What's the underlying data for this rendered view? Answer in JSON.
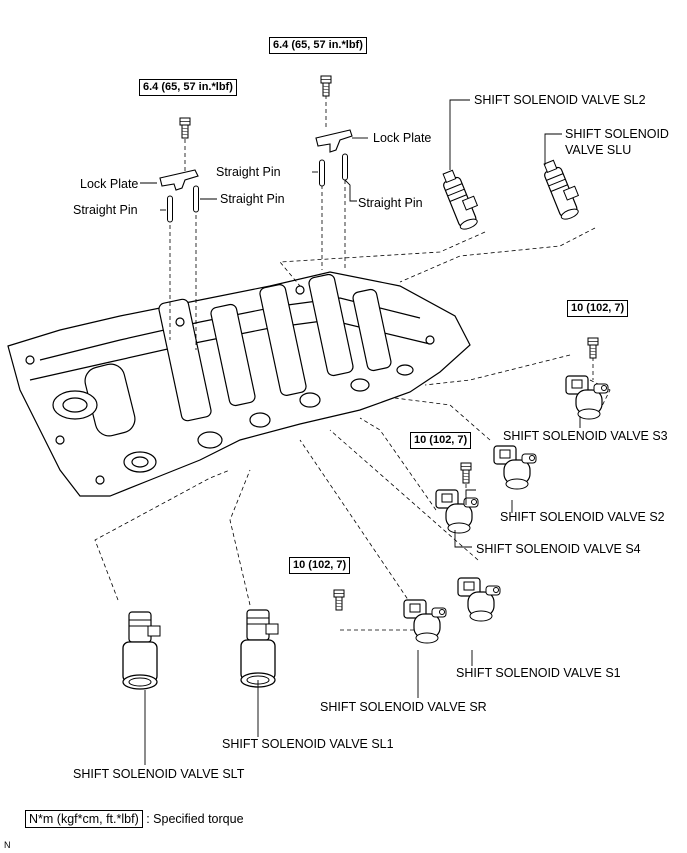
{
  "torque_labels": {
    "upper_left": "6.4 (65, 57 in.*lbf)",
    "upper_middle": "6.4 (65, 57 in.*lbf)",
    "s3": "10 (102, 7)",
    "s2_s4": "10 (102, 7)",
    "sr": "10 (102, 7)"
  },
  "part_labels": {
    "lock_plate_left": "Lock Plate",
    "straight_pin_left_a": "Straight Pin",
    "straight_pin_left_b": "Straight Pin",
    "lock_plate_middle": "Lock Plate",
    "straight_pin_middle_a": "Straight Pin",
    "straight_pin_middle_b": "Straight Pin",
    "sl2": "SHIFT SOLENOID VALVE SL2",
    "slu_line1": "SHIFT SOLENOID",
    "slu_line2": "VALVE SLU",
    "s3": "SHIFT SOLENOID VALVE S3",
    "s2": "SHIFT SOLENOID VALVE S2",
    "s4": "SHIFT SOLENOID VALVE S4",
    "s1": "SHIFT SOLENOID VALVE S1",
    "sr": "SHIFT SOLENOID VALVE SR",
    "sl1": "SHIFT SOLENOID VALVE SL1",
    "slt": "SHIFT SOLENOID VALVE SLT"
  },
  "legend": {
    "unit_box": "N*m (kgf*cm, ft.*lbf)",
    "description": ": Specified torque"
  },
  "corner_mark": "N"
}
